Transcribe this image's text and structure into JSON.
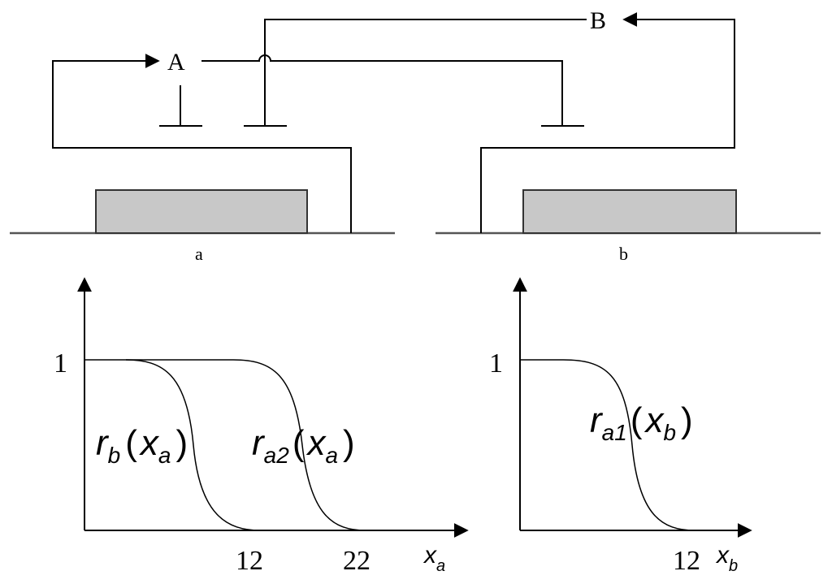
{
  "signals": {
    "a_label": "A",
    "b_label": "B"
  },
  "panels": {
    "left_caption": "a",
    "right_caption": "b"
  },
  "left_plot": {
    "y_tick": "1",
    "x_tick_1": "12",
    "x_tick_2": "22",
    "x_axis_var": "x",
    "x_axis_sub": "a",
    "curve_1": {
      "fn": "r",
      "fn_sub": "b",
      "arg": "x",
      "arg_sub": "a",
      "open": "(",
      "close": ")"
    },
    "curve_2": {
      "fn": "r",
      "fn_sub": "a2",
      "arg": "x",
      "arg_sub": "a",
      "open": "(",
      "close": ")"
    }
  },
  "right_plot": {
    "y_tick": "1",
    "x_tick_1": "12",
    "x_axis_var": "x",
    "x_axis_sub": "b",
    "curve_1": {
      "fn": "r",
      "fn_sub": "a1",
      "arg": "x",
      "arg_sub": "b",
      "open": "(",
      "close": ")"
    }
  }
}
